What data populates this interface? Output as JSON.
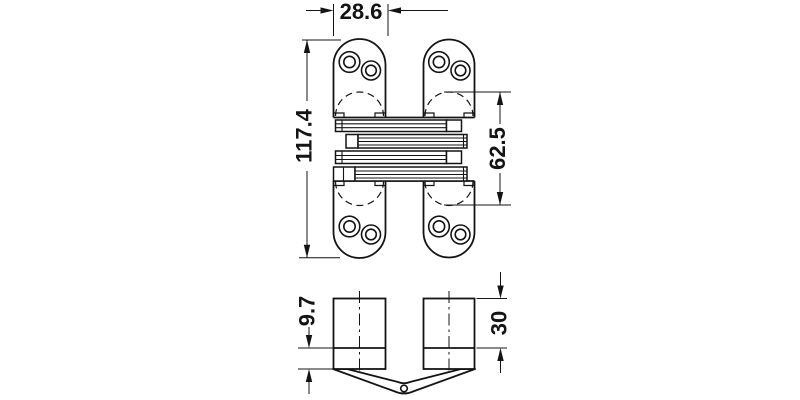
{
  "drawing": {
    "subject": "concealed-mortise-hinge-technical-drawing",
    "background_color": "#ffffff",
    "line_color": "#141414",
    "front_view": {
      "dim_plate_width": "28.6",
      "dim_overall_length": "117.4",
      "dim_drill_span": "62.5"
    },
    "side_view": {
      "dim_plate_offset": "9.7",
      "dim_body_depth": "30"
    }
  }
}
